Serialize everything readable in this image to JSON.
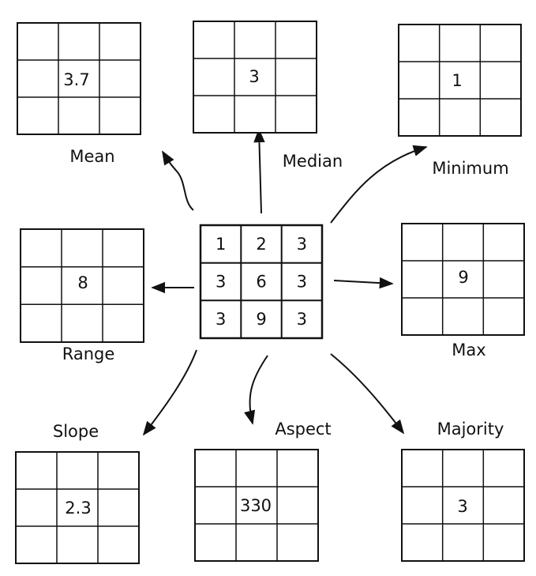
{
  "center": {
    "cells": [
      "1",
      "2",
      "3",
      "3",
      "6",
      "3",
      "3",
      "9",
      "3"
    ]
  },
  "outputs": [
    {
      "id": "mean",
      "label": "Mean",
      "value": "3.7"
    },
    {
      "id": "median",
      "label": "Median",
      "value": "3"
    },
    {
      "id": "minimum",
      "label": "Minimum",
      "value": "1"
    },
    {
      "id": "range",
      "label": "Range",
      "value": "8"
    },
    {
      "id": "max",
      "label": "Max",
      "value": "9"
    },
    {
      "id": "slope",
      "label": "Slope",
      "value": "2.3"
    },
    {
      "id": "aspect",
      "label": "Aspect",
      "value": "330"
    },
    {
      "id": "majority",
      "label": "Majority",
      "value": "3"
    }
  ]
}
